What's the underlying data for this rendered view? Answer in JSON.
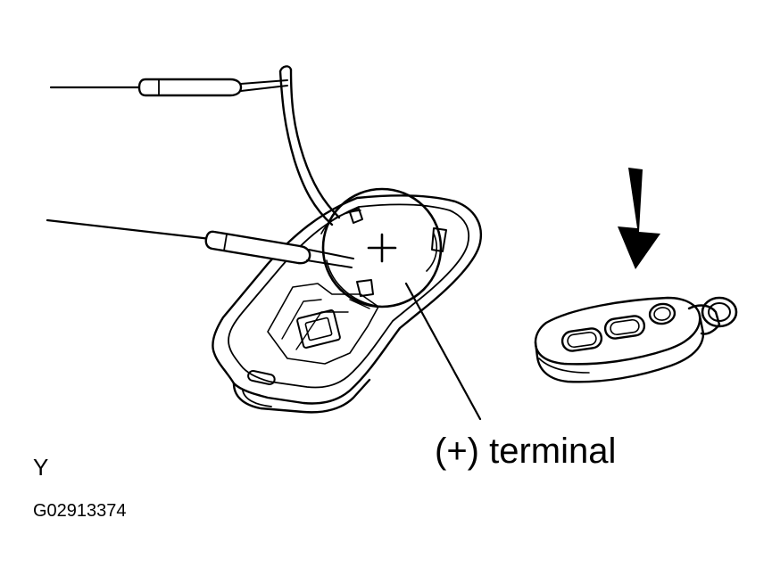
{
  "labels": {
    "terminal": "(+) terminal",
    "view": "Y",
    "figure_id": "G02913374"
  },
  "colors": {
    "ink": "#000000",
    "paper": "#ffffff"
  }
}
